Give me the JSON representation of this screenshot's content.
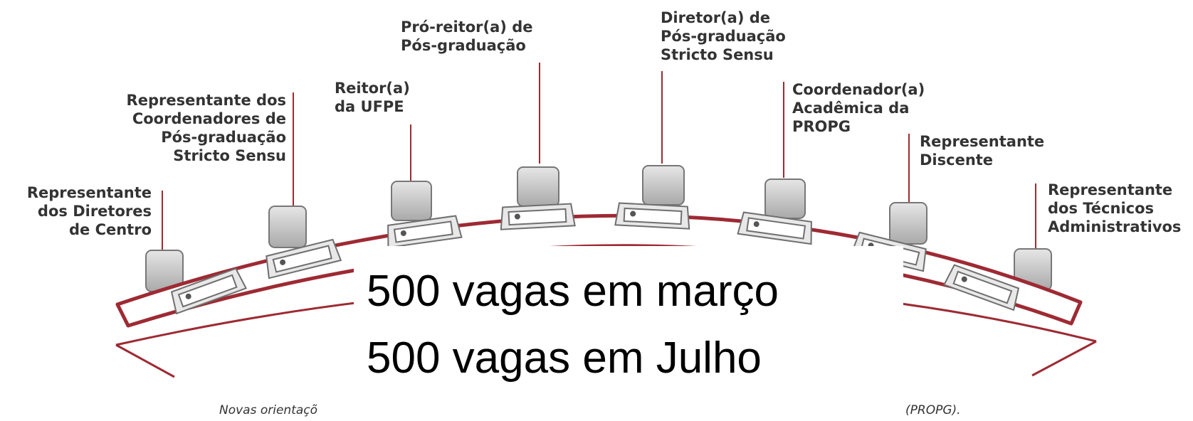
{
  "diagram": {
    "roles": [
      {
        "name": "role-representante-diretores",
        "text": "Representante\ndos Diretores\nde Centro"
      },
      {
        "name": "role-representante-coordenadores",
        "text": "Representante dos\nCoordenadores de\nPós-graduação\nStricto Sensu"
      },
      {
        "name": "role-reitor",
        "text": "Reitor(a)\nda UFPE"
      },
      {
        "name": "role-pro-reitor",
        "text": "Pró-reitor(a) de\nPós-graduação"
      },
      {
        "name": "role-diretor",
        "text": "Diretor(a) de\nPós-graduação\nStricto Sensu"
      },
      {
        "name": "role-coordenador-academica",
        "text": "Coordenador(a)\nAcadêmica da\nPROPG"
      },
      {
        "name": "role-representante-discente",
        "text": "Representante\nDiscente"
      },
      {
        "name": "role-representante-tecnicos",
        "text": "Representante\ndos Técnicos\nAdministrativos"
      }
    ],
    "caption_left": "Novas orientaçõ",
    "caption_right": "(PROPG).",
    "colors": {
      "table_outline": "#9e2a33",
      "chair": "#8a8a8a",
      "label_text": "#333333"
    }
  },
  "overlay": {
    "line1": "500 vagas em março",
    "line2": "500 vagas em Julho"
  }
}
